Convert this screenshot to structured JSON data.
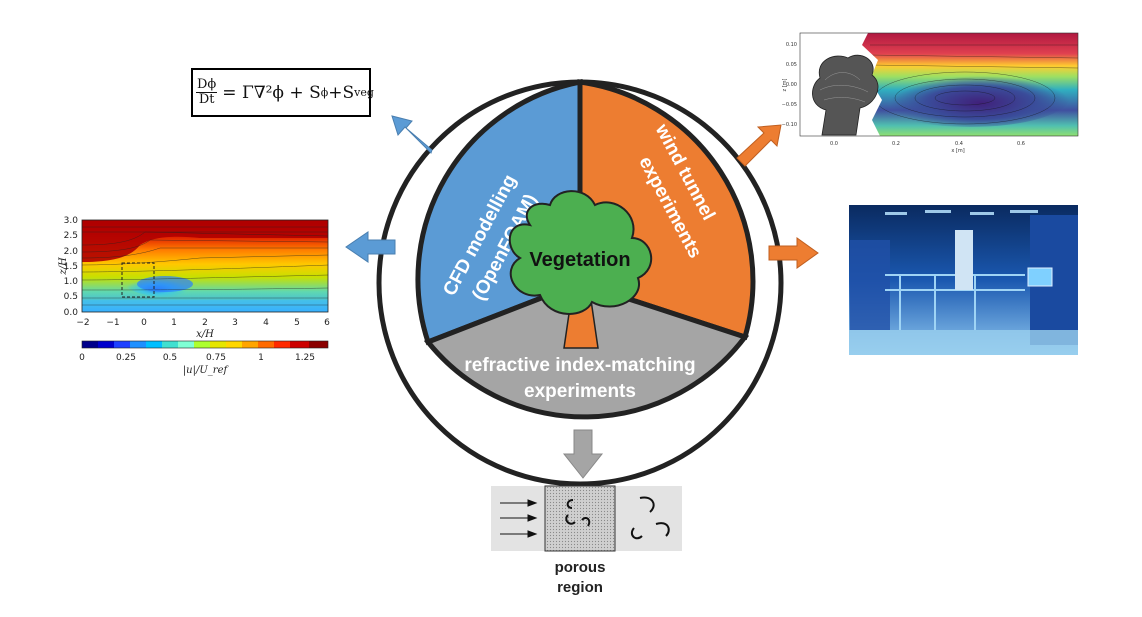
{
  "center": {
    "label": "Vegetation"
  },
  "sectors": {
    "cfd": "CFD modelling",
    "cfd_sub": "(OpenFOAM)",
    "wind_1": "wind tunnel",
    "wind_2": "experiments",
    "rim_1": "refractive index-matching",
    "rim_2": "experiments"
  },
  "equation": {
    "lhs_num": "Dϕ",
    "lhs_den": "Dt",
    "rhs": "= Γ∇²ϕ + S",
    "sub_phi": "ϕ",
    "plus": "+S",
    "sub_veg": "veg"
  },
  "contour_plot": {
    "yticks": [
      "3.0",
      "2.5",
      "2.0",
      "1.5",
      "1.0",
      "0.5",
      "0.0"
    ],
    "xticks": [
      "−2",
      "−1",
      "0",
      "1",
      "2",
      "3",
      "4",
      "5",
      "6"
    ],
    "xlabel": "x/H",
    "ylabel": "z/H",
    "colorbar_ticks": [
      "0",
      "0.25",
      "0.5",
      "0.75",
      "1",
      "1.25"
    ],
    "colorbar_label": "|u|/U_ref"
  },
  "wind_plot": {
    "yticks": [
      "0.10",
      "0.05",
      "0.00",
      "−0.05",
      "−0.10"
    ],
    "xticks": [
      "0.0",
      "0.2",
      "0.4",
      "0.6"
    ],
    "xlabel": "x [m]",
    "ylabel": "z [m]"
  },
  "porous": {
    "label_1": "porous",
    "label_2": "region"
  },
  "colors": {
    "cfd_sector": "#5b9bd5",
    "wind_sector": "#ed7d31",
    "rim_sector": "#a5a5a5",
    "tree_canopy": "#4caf50",
    "tree_trunk": "#ed7d31",
    "blue_arrow": "#5b9bd5",
    "orange_arrow": "#ed7d31",
    "grey_arrow": "#a5a5a5"
  },
  "icons": [
    "tree-icon",
    "lab-photo",
    "tree-scan-photo",
    "swirl-icon"
  ]
}
